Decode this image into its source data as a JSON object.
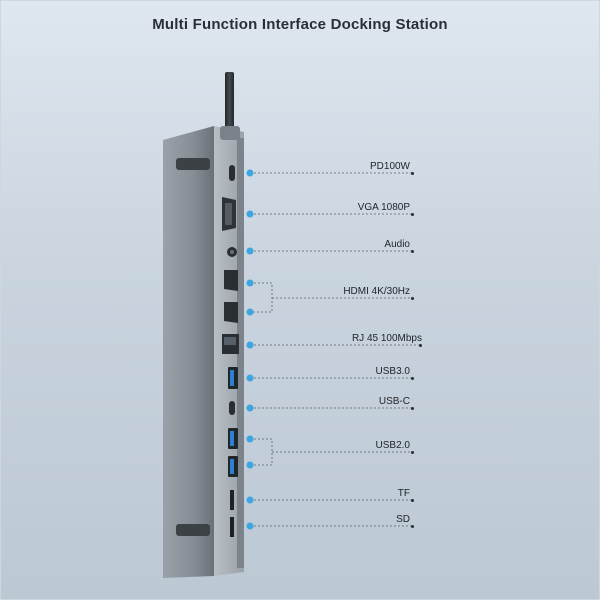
{
  "title": "Multi Function Interface Docking Station",
  "colors": {
    "connector": "#3da5e0",
    "leader_line": "#5a6068",
    "body": "#8f969e",
    "body_dark": "#5e646b",
    "cable": "#2e3338"
  },
  "ports": [
    {
      "label": "PD100W",
      "icon": "usb-c-port-icon"
    },
    {
      "label": "VGA 1080P",
      "icon": "vga-port-icon"
    },
    {
      "label": "Audio",
      "icon": "audio-jack-icon"
    },
    {
      "label": "HDMI  4K/30Hz",
      "icon": "hdmi-port-icon"
    },
    {
      "label": "RJ 45 100Mbps",
      "icon": "ethernet-port-icon"
    },
    {
      "label": "USB3.0",
      "icon": "usb-a-port-icon"
    },
    {
      "label": "USB-C",
      "icon": "usb-c-port-icon"
    },
    {
      "label": "USB2.0",
      "icon": "usb-a-port-icon"
    },
    {
      "label": "TF",
      "icon": "tf-card-slot-icon"
    },
    {
      "label": "SD",
      "icon": "sd-card-slot-icon"
    }
  ]
}
